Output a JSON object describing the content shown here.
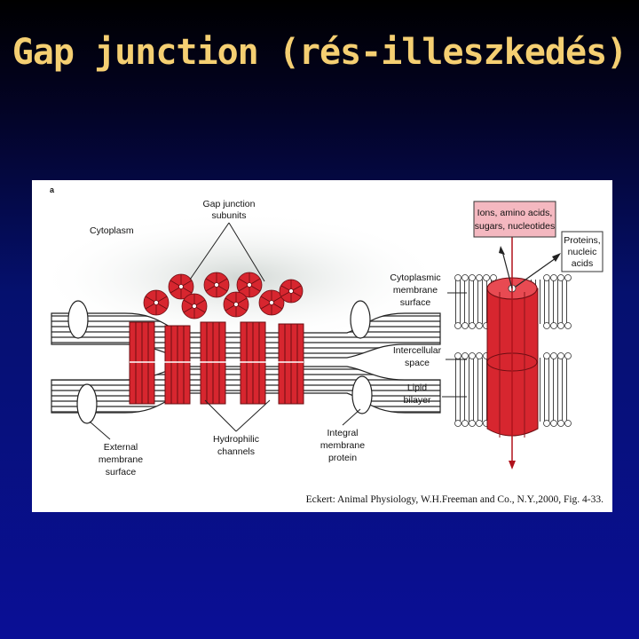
{
  "slide": {
    "title": "Gap junction (rés-illeszkedés)"
  },
  "figure": {
    "panel_letter": "a",
    "labels": {
      "cytoplasm": "Cytoplasm",
      "gap_junction_subunits": [
        "Gap junction",
        "subunits"
      ],
      "cytoplasmic_membrane_surface": [
        "Cytoplasmic",
        "membrane",
        "surface"
      ],
      "intercellular_space": [
        "Intercellular",
        "space"
      ],
      "lipid_bilayer": [
        "Lipid",
        "bilayer"
      ],
      "integral_membrane_protein": [
        "Integral",
        "membrane",
        "protein"
      ],
      "hydrophilic_channels": [
        "Hydrophilic",
        "channels"
      ],
      "external_membrane_surface": [
        "External",
        "membrane",
        "surface"
      ],
      "ions_box": [
        "Ions, amino acids,",
        "sugars, nucleotides"
      ],
      "proteins_box": [
        "Proteins,",
        "nucleic",
        "acids"
      ]
    },
    "citation": "Eckert: Animal Physiology, W.H.Freeman and Co., N.Y.,2000, Fig. 4-33.",
    "colors": {
      "protein_red": "#d7262f",
      "label_box_fill": "#f4b8c0",
      "title_gold": "#f5cf72"
    }
  }
}
